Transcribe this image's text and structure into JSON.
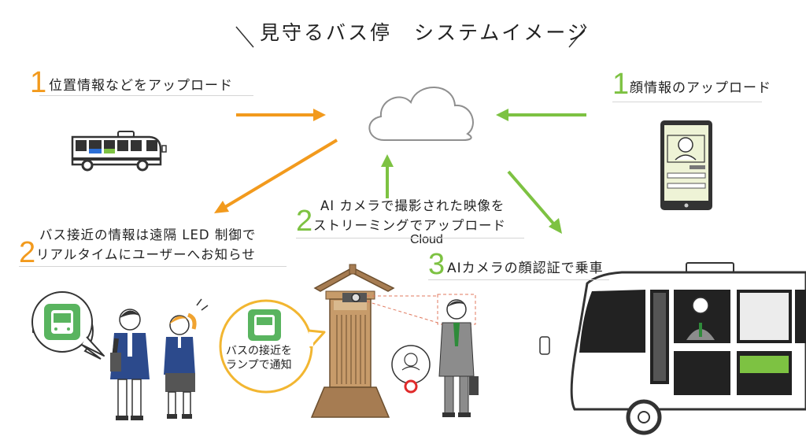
{
  "title": "見守るバス停　システムイメージ",
  "cloud_label": "Cloud",
  "step_upload_location": {
    "number": "1",
    "text": "位置情報などをアップロード"
  },
  "step_upload_face": {
    "number": "1",
    "text": "顔情報のアップロード"
  },
  "step_led_notify": {
    "number": "2",
    "line1": "バス接近の情報は遠隔 LED 制御で",
    "line2": "リアルタイムにユーザーへお知らせ"
  },
  "step_ai_stream": {
    "number": "2",
    "line1": "AI カメラで撮影された映像を",
    "line2": "ストリーミングでアップロード"
  },
  "step_face_auth": {
    "number": "3",
    "text": "AIカメラの顔認証で乗車"
  },
  "lamp_bubble": {
    "line1": "バスの接近を",
    "line2": "ランプで通知"
  },
  "colors": {
    "orange": "#f29a1d",
    "green": "#7dc242",
    "navy": "#2c4a8c",
    "wood": "#a67c52"
  }
}
